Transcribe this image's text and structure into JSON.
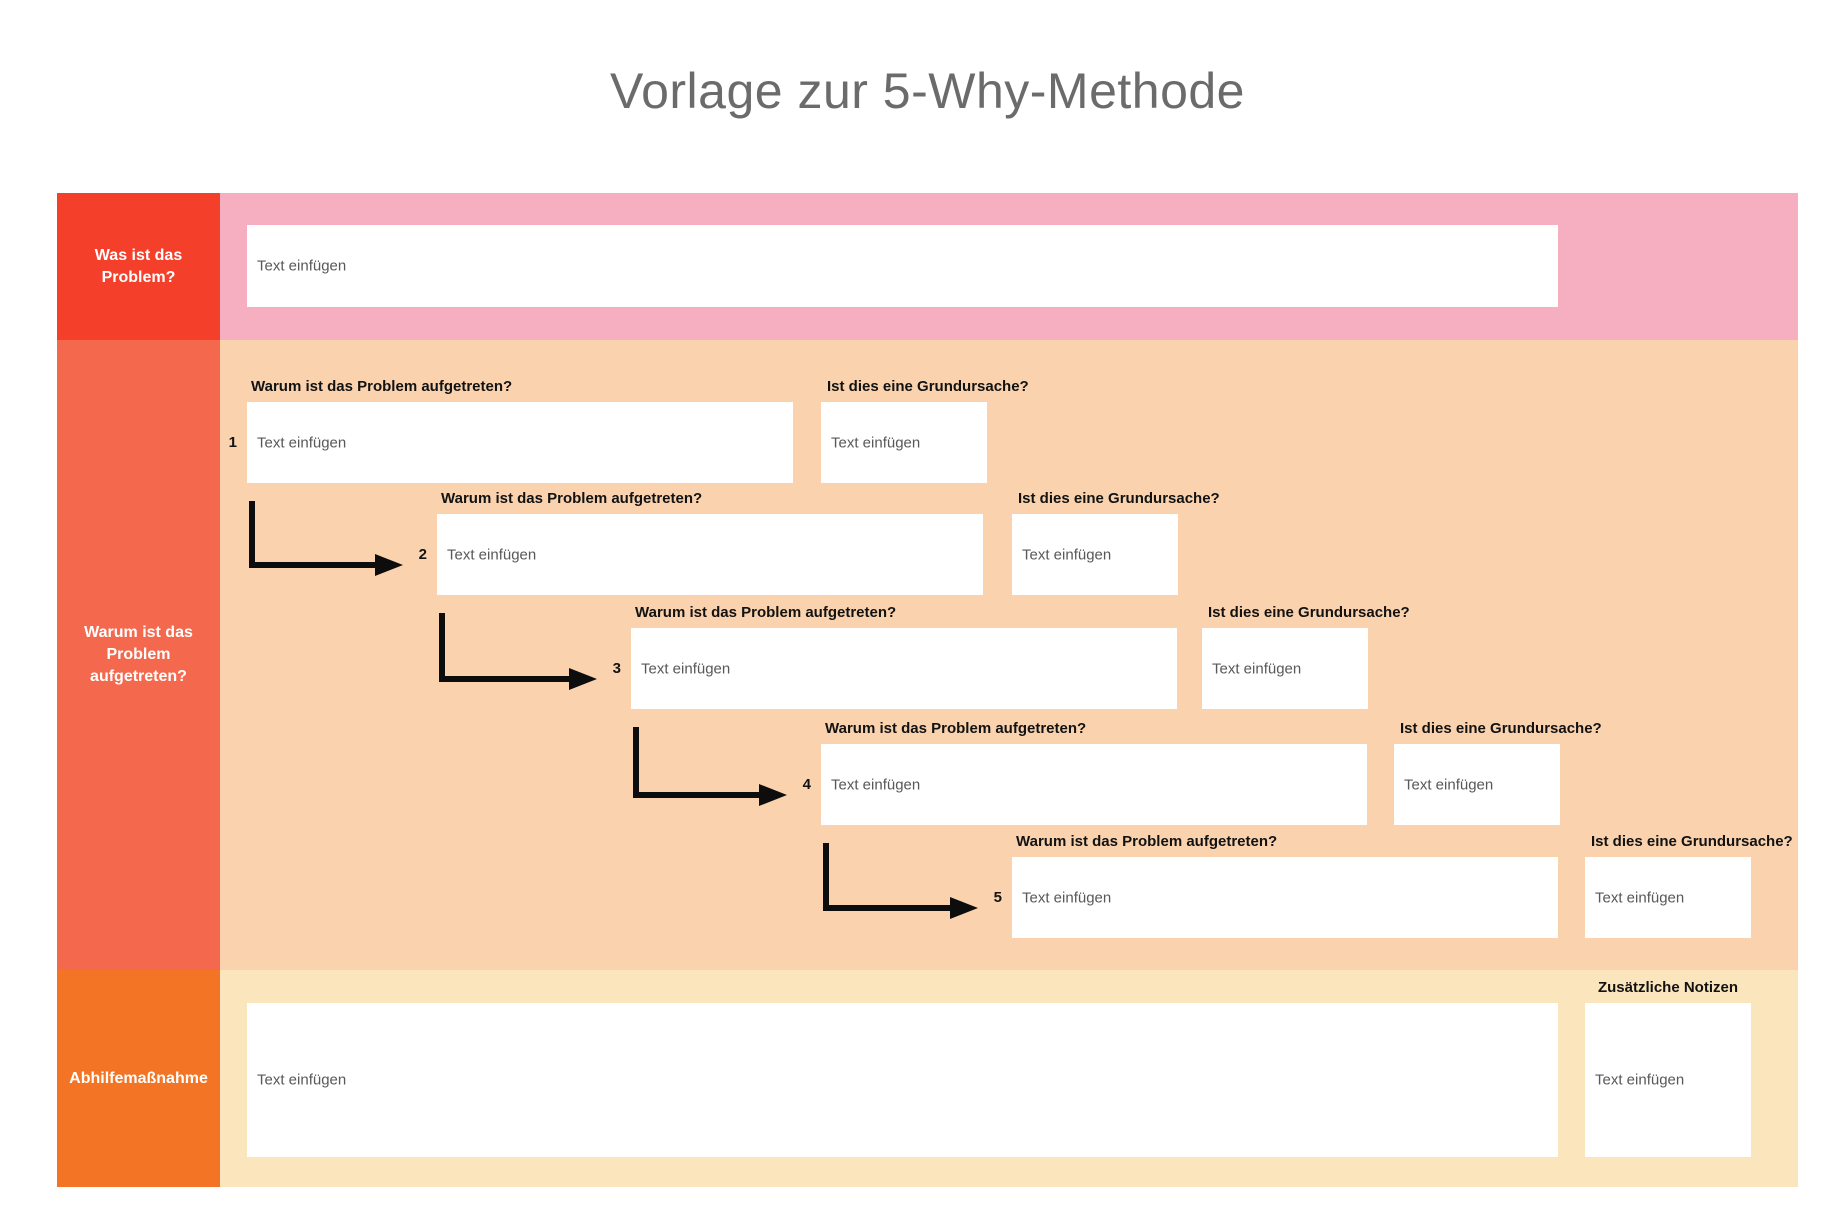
{
  "title": "Vorlage zur 5-Why-Methode",
  "palette": {
    "problem_label_bg": "#f4402b",
    "problem_row_bg": "#f5afc0",
    "why_label_bg": "#f4694e",
    "why_row_bg": "#fad3ae",
    "remedy_label_bg": "#f37424",
    "remedy_row_bg": "#fbe5bd",
    "arrow_color": "#0d0d0d",
    "heading_text_color": "#121212",
    "placeholder_text_color": "#58585a",
    "title_text_color": "#6b6b6b"
  },
  "problem_row": {
    "label": "Was ist das Problem?",
    "input_placeholder": "Text einfügen"
  },
  "why_row": {
    "label": "Warum ist das Problem aufgetreten?",
    "levels": [
      {
        "number": "1",
        "why_heading": "Warum ist das Problem aufgetreten?",
        "why_placeholder": "Text einfügen",
        "root_cause_heading": "Ist dies eine Grundursache?",
        "root_cause_placeholder": "Text einfügen"
      },
      {
        "number": "2",
        "why_heading": "Warum ist das Problem aufgetreten?",
        "why_placeholder": "Text einfügen",
        "root_cause_heading": "Ist dies eine Grundursache?",
        "root_cause_placeholder": "Text einfügen"
      },
      {
        "number": "3",
        "why_heading": "Warum ist das Problem aufgetreten?",
        "why_placeholder": "Text einfügen",
        "root_cause_heading": "Ist dies eine Grundursache?",
        "root_cause_placeholder": "Text einfügen"
      },
      {
        "number": "4",
        "why_heading": "Warum ist das Problem aufgetreten?",
        "why_placeholder": "Text einfügen",
        "root_cause_heading": "Ist dies eine Grundursache?",
        "root_cause_placeholder": "Text einfügen"
      },
      {
        "number": "5",
        "why_heading": "Warum ist das Problem aufgetreten?",
        "why_placeholder": "Text einfügen",
        "root_cause_heading": "Ist dies eine Grundursache?",
        "root_cause_placeholder": "Text einfügen"
      }
    ]
  },
  "remedy_row": {
    "label": "Abhilfemaßnahme",
    "input_placeholder": "Text einfügen",
    "notes_heading": "Zusätzliche Notizen",
    "notes_placeholder": "Text einfügen"
  }
}
